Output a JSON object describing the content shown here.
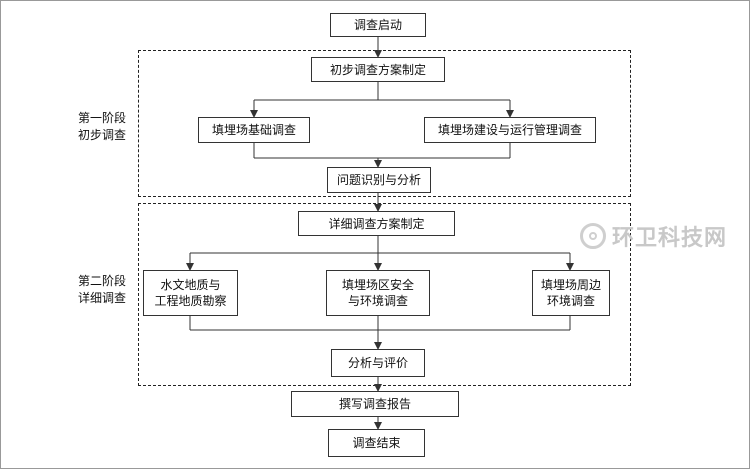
{
  "nodes": {
    "start": "调查启动",
    "prelim_plan": "初步调查方案制定",
    "basic_survey": "填埋场基础调查",
    "construction_survey": "填埋场建设与运行管理调查",
    "problem_id": "问题识别与分析",
    "detail_plan": "详细调查方案制定",
    "hydro_geo": "水文地质与\n工程地质勘察",
    "site_safety": "填埋场区安全\n与环境调查",
    "surroundings": "填埋场周边\n环境调查",
    "analysis": "分析与评价",
    "report": "撰写调查报告",
    "end": "调查结束"
  },
  "stages": {
    "stage1": "第一阶段\n初步调查",
    "stage2": "第二阶段\n详细调查"
  },
  "watermark": "环卫科技网"
}
